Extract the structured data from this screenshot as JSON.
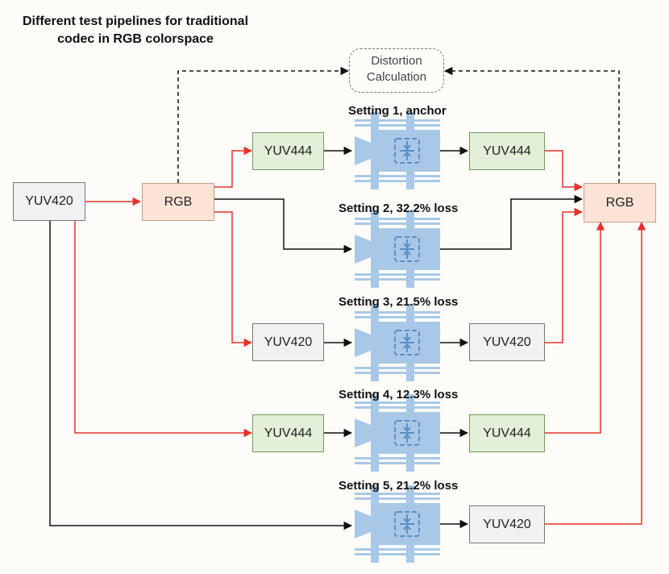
{
  "title": {
    "line1": "Different test pipelines for traditional",
    "line2": "codec in RGB colorspace"
  },
  "distortion": {
    "line1": "Distortion",
    "line2": "Calculation"
  },
  "nodes": {
    "source": "YUV420",
    "rgb_in": "RGB",
    "rgb_out": "RGB"
  },
  "settings": [
    {
      "label": "Setting 1,  anchor",
      "input": "YUV444",
      "output": "YUV444"
    },
    {
      "label": "Setting 2, 32.2% loss",
      "input": "",
      "output": ""
    },
    {
      "label": "Setting 3, 21.5% loss",
      "input": "YUV420",
      "output": "YUV420"
    },
    {
      "label": "Setting 4, 12.3% loss",
      "input": "YUV444",
      "output": "YUV444"
    },
    {
      "label": "Setting 5, 21.2% loss",
      "input": "",
      "output": "YUV420"
    }
  ],
  "icons": [
    "codec-camera-icon"
  ],
  "colors": {
    "red_arrow": "#e8302b",
    "black_arrow": "#111111",
    "codec_blue": "#a9c8e7",
    "codec_stroke": "#5b8ec7",
    "gray_box": "#f1f1f3",
    "green_box": "#e3efd9",
    "peach_box": "#fbe4d6"
  }
}
